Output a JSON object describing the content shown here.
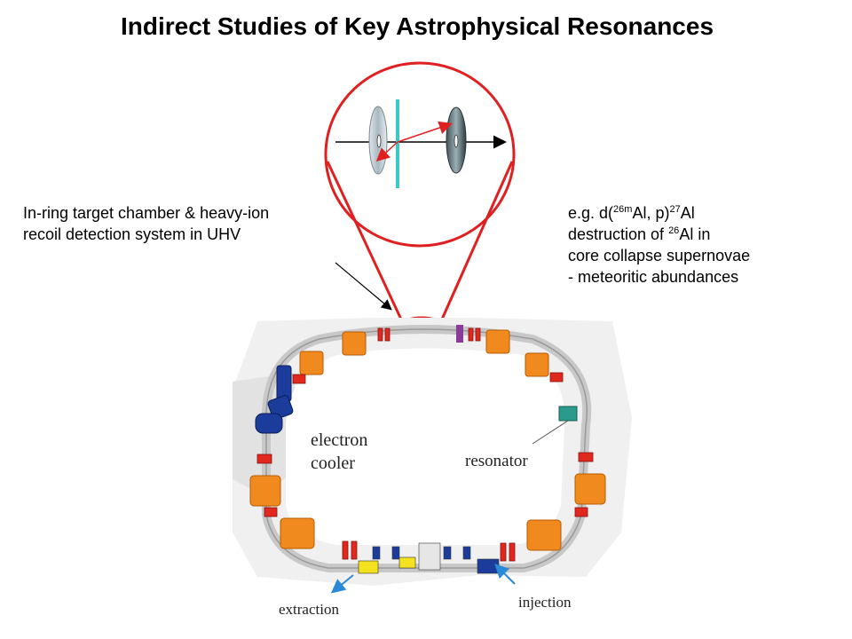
{
  "title": "Indirect Studies of Key Astrophysical Resonances",
  "left_note": {
    "line1": "In-ring target chamber & heavy-ion",
    "line2": "recoil detection system in UHV"
  },
  "right_note": {
    "prefix": "e.g. d(",
    "sup1": "26m",
    "mid1": "Al, p)",
    "sup2": "27",
    "mid2": "Al",
    "line2_pre": "destruction of ",
    "sup3": "26",
    "line2_post": "Al in",
    "line3": "core collapse supernovae",
    "line4": "- meteoritic abundances"
  },
  "ring_labels": {
    "electron_cooler_1": "electron",
    "electron_cooler_2": "cooler",
    "resonator": "resonator",
    "extraction": "extraction",
    "injection": "injection"
  },
  "colors": {
    "zoom_outline": "#e02020",
    "target_beam": "#3cc8c8",
    "trajectory": "#e02020",
    "dipole_magnet": "#f08a1e",
    "quadrupole": "#e0281e",
    "electron_cooler": "#1c3c9c",
    "resonator": "#2a9a8c",
    "arrow_blue": "#2a8ad8",
    "ring_structure": "#c8c8c8"
  }
}
